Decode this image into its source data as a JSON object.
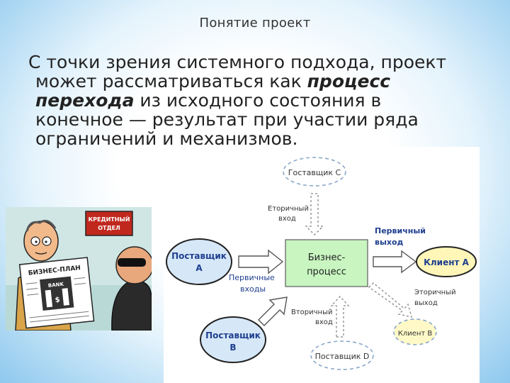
{
  "slide": {
    "title": "Понятие проект",
    "body": {
      "line1": "С точки зрения системного подхода, проект",
      "line2a": "может рассматриваться как ",
      "line2b": "процесс",
      "line3a": "перехода",
      "line3b": " из исходного состояния в",
      "line4": "конечное — результат при участии ряда",
      "line5": "ограничений и механизмов."
    }
  },
  "cartoon": {
    "sign_text_1": "КРЕДИТНЫЙ",
    "sign_text_2": "ОТДЕЛ",
    "plan_title": "БИЗНЕС-ПЛАН",
    "bank_label": "BANK",
    "dollar_sign": "$"
  },
  "diagram": {
    "supplier_c": "Гоставщик С",
    "secondary_input_top_1": "Еторичный",
    "secondary_input_top_2": "вход",
    "primary_output_1": "Первичный",
    "primary_output_2": "выход",
    "supplier_a_1": "Поставщик",
    "supplier_a_2": "А",
    "business_process_1": "Бизнес-",
    "business_process_2": "процесс",
    "client_a": "Клиент А",
    "primary_inputs_1": "Первичные",
    "primary_inputs_2": "входы",
    "secondary_output_1": "Эторичный",
    "secondary_output_2": "выход",
    "secondary_input_bottom_1": "Вторичный",
    "secondary_input_bottom_2": "вход",
    "client_b": "Клиент В",
    "supplier_b_1": "Поставщик",
    "supplier_b_2": "В",
    "supplier_d": "Поставщик D",
    "colors": {
      "process_fill": "#c8f5c0",
      "solid_ellipse_fill": "#d6e8f8",
      "dashed_ellipse_fill": "#ffffff",
      "client_b_fill": "#fff9c8",
      "client_a_fill": "#fff6b8",
      "label_blue": "#1f3f8f",
      "arrow_fill": "#ffffff"
    }
  }
}
